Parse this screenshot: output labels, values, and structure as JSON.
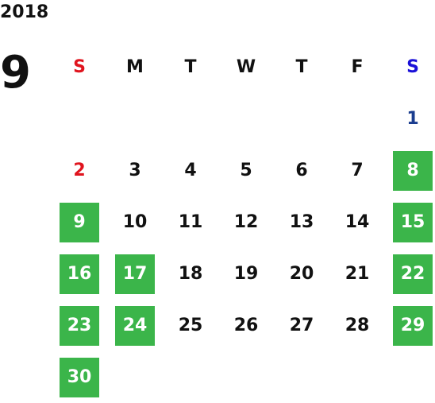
{
  "calendar": {
    "year": "2018",
    "month": "9",
    "weekdays": [
      "S",
      "M",
      "T",
      "W",
      "T",
      "F",
      "S"
    ],
    "weeks": [
      [
        "",
        "",
        "",
        "",
        "",
        "",
        "1"
      ],
      [
        "2",
        "3",
        "4",
        "5",
        "6",
        "7",
        "8"
      ],
      [
        "9",
        "10",
        "11",
        "12",
        "13",
        "14",
        "15"
      ],
      [
        "16",
        "17",
        "18",
        "19",
        "20",
        "21",
        "22"
      ],
      [
        "23",
        "24",
        "25",
        "26",
        "27",
        "28",
        "29"
      ],
      [
        "30",
        "",
        "",
        "",
        "",
        "",
        ""
      ]
    ],
    "highlighted_days": [
      "8",
      "9",
      "15",
      "16",
      "17",
      "22",
      "23",
      "24",
      "29",
      "30"
    ]
  },
  "colors": {
    "highlight": "#3bb54a",
    "sunday": "#e0141e",
    "saturday": "#1a3d8f"
  }
}
